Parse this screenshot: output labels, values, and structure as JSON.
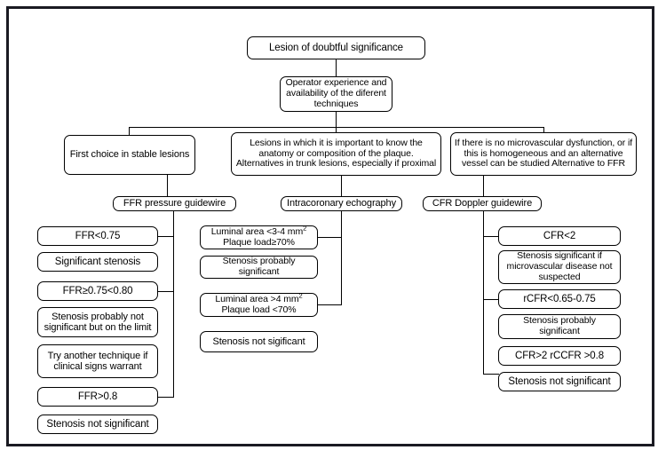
{
  "diagram": {
    "title_node": {
      "label": "Lesion of doubtful significance"
    },
    "decision_node": {
      "label": "Operator experience and availability of the diferent techniques"
    },
    "branches": [
      {
        "id": "ffr",
        "label": "First choice in stable lesions"
      },
      {
        "id": "ivus",
        "label": "Lesions in which it is important to know the anatomy or composition of the plaque. Alternatives in trunk lesions, especially if proximal"
      },
      {
        "id": "cfr",
        "label": "If there is no microvascular dysfunction, or if this is homogeneous and an alternative vessel can be studied  Alternative to FFR"
      }
    ],
    "methods": [
      {
        "id": "ffr-method",
        "label": "FFR pressure guidewire"
      },
      {
        "id": "ivus-method",
        "label": "Intracoronary echography"
      },
      {
        "id": "cfr-method",
        "label": "CFR Doppler guidewire"
      }
    ],
    "columns": {
      "ffr": [
        {
          "kind": "criterion",
          "label": "FFR<0.75"
        },
        {
          "kind": "outcome",
          "label": "Significant stenosis"
        },
        {
          "kind": "criterion",
          "label": "FFR≥0.75<0.80"
        },
        {
          "kind": "outcome",
          "label": "Stenosis probably not significant but on the limit"
        },
        {
          "kind": "outcome",
          "label": "Try another technique if clinical signs warrant"
        },
        {
          "kind": "criterion",
          "label": "FFR>0.8"
        },
        {
          "kind": "outcome",
          "label": "Stenosis not significant"
        }
      ],
      "ivus": [
        {
          "kind": "criterion",
          "label": "Luminal area <3-4 mm² Plaque load≥70%"
        },
        {
          "kind": "outcome",
          "label": "Stenosis probably significant"
        },
        {
          "kind": "criterion",
          "label": "Luminal area >4 mm² Plaque load <70%"
        },
        {
          "kind": "outcome",
          "label": "Stenosis not sigificant"
        }
      ],
      "cfr": [
        {
          "kind": "criterion",
          "label": "CFR<2"
        },
        {
          "kind": "outcome",
          "label": "Stenosis significant if microvascular disease not suspected"
        },
        {
          "kind": "criterion",
          "label": "rCFR<0.65-0.75"
        },
        {
          "kind": "outcome",
          "label": "Stenosis probably significant"
        },
        {
          "kind": "criterion",
          "label": "CFR>2 rCCFR >0.8"
        },
        {
          "kind": "outcome",
          "label": "Stenosis not significant"
        }
      ]
    },
    "lines": {
      "ffr_l1": "Luminal area <3-4 mm",
      "ffr_l1_sup": "2",
      "ffr_l2": "Plaque load≥70%",
      "ivus_l1": "Luminal area >4 mm",
      "ivus_l1_sup": "2",
      "ivus_l2": "Plaque load <70%"
    },
    "colors": {
      "frame": "#1a1a22",
      "stroke": "#000000",
      "background": "#ffffff"
    }
  }
}
